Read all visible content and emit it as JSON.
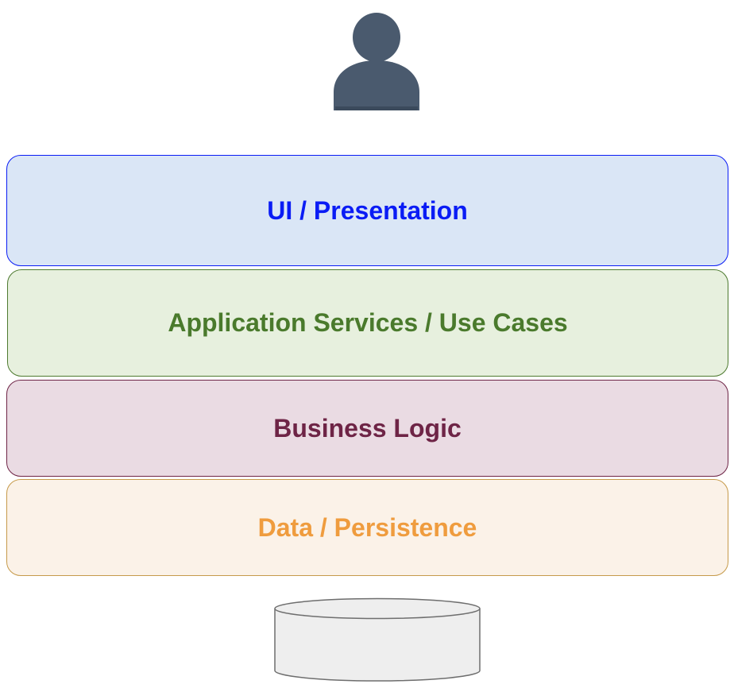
{
  "diagram": {
    "user_icon": "user-icon",
    "database_icon": "database-icon",
    "layers": [
      {
        "id": "ui",
        "label": "UI / Presentation",
        "text_color": "#0a1cf5",
        "fill": "#dae6f6",
        "border": "#0a1cf5"
      },
      {
        "id": "app",
        "label": "Application Services / Use Cases",
        "text_color": "#4a7a2c",
        "fill": "#e7f0de",
        "border": "#4d7a2f"
      },
      {
        "id": "biz",
        "label": "Business Logic",
        "text_color": "#6e2446",
        "fill": "#eadbe3",
        "border": "#6e2446"
      },
      {
        "id": "data",
        "label": "Data / Persistence",
        "text_color": "#ef9c3e",
        "fill": "#fbf2e8",
        "border": "#c69a4a"
      }
    ],
    "colors": {
      "user_fill": "#4a5a6e",
      "database_fill": "#eeeeee",
      "database_stroke": "#6e6e6e"
    }
  }
}
